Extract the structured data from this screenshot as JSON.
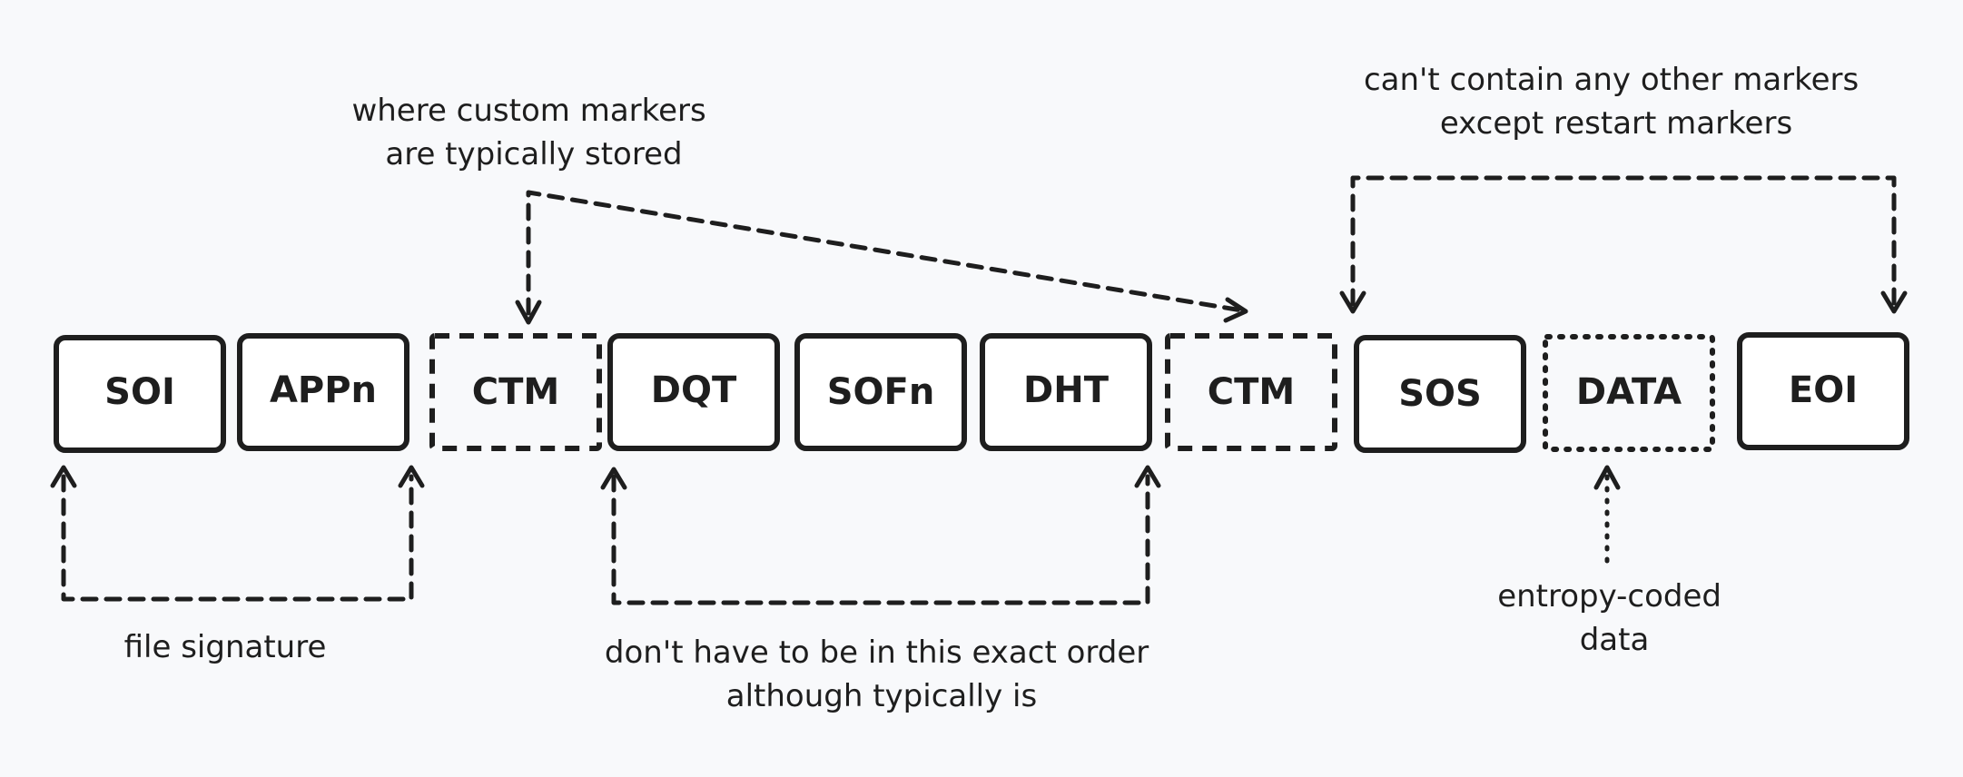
{
  "segments": [
    {
      "label": "SOI",
      "style": "solid"
    },
    {
      "label": "APPn",
      "style": "solid"
    },
    {
      "label": "CTM",
      "style": "dashed"
    },
    {
      "label": "DQT",
      "style": "solid"
    },
    {
      "label": "SOFn",
      "style": "solid"
    },
    {
      "label": "DHT",
      "style": "solid"
    },
    {
      "label": "CTM",
      "style": "dashed"
    },
    {
      "label": "SOS",
      "style": "solid"
    },
    {
      "label": "DATA",
      "style": "dotted"
    },
    {
      "label": "EOI",
      "style": "solid"
    }
  ],
  "annotations": {
    "custom_markers": {
      "lines": [
        "where custom markers",
        "are typically stored"
      ]
    },
    "scan_data": {
      "lines": [
        "can't contain any other markers",
        "except restart markers"
      ]
    },
    "file_signature": {
      "lines": [
        "file signature"
      ]
    },
    "order": {
      "lines": [
        "don't have to be in this exact order",
        "although typically is"
      ]
    },
    "entropy": {
      "lines": [
        "entropy-coded",
        "data"
      ]
    }
  },
  "colors": {
    "ink": "#1e1e1e",
    "background": "#f8f9fb",
    "box_fill": "#ffffff"
  }
}
